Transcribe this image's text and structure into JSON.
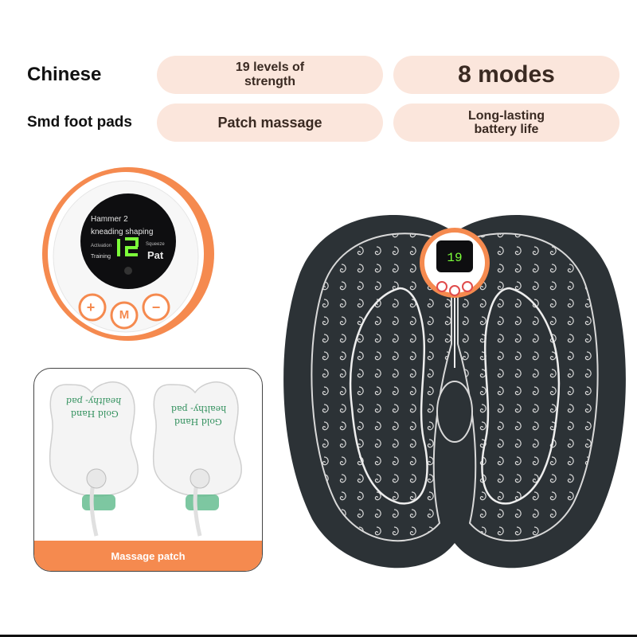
{
  "header": {
    "row1": {
      "label": "Chinese",
      "pill_left_line1": "19 levels of",
      "pill_left_line2": "strength",
      "pill_right": "8 modes"
    },
    "row2": {
      "label": "Smd foot pads",
      "pill_left": "Patch massage",
      "pill_right_line1": "Long-lasting",
      "pill_right_line2": "battery life"
    }
  },
  "controller": {
    "screen_line1": "Hammer 2",
    "screen_line2": "kneading shaping",
    "screen_left_top": "knead",
    "screen_left_mid": "Activation",
    "screen_left_bottom": "Training",
    "screen_right_top": "Squeeze",
    "screen_right_big": "Pat",
    "digit": "12",
    "buttons": [
      "+",
      "M",
      "−"
    ]
  },
  "patches": {
    "pad_text_line1": "healthy- pad",
    "pad_text_line2": "Gold Hand",
    "banner": "Massage patch"
  },
  "colors": {
    "pill_bg": "#fbe6dc",
    "accent_orange": "#f58a4f",
    "mat_dark": "#2c3236",
    "screen_green": "#7cff3a"
  }
}
